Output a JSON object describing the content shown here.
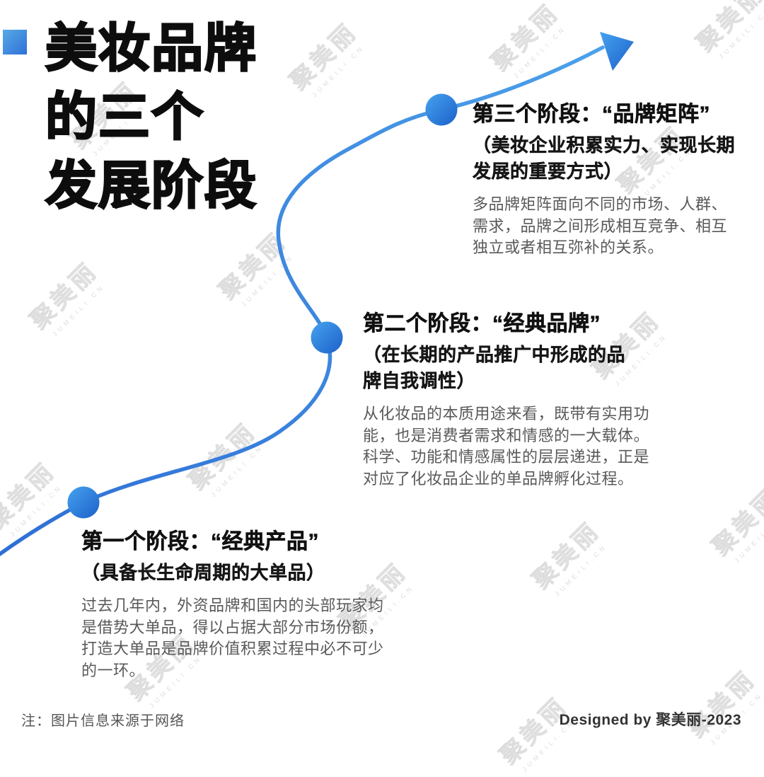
{
  "page": {
    "title_lines": [
      "美妆品牌",
      "的三个",
      "发展阶段"
    ],
    "watermark": {
      "cn": "聚美丽",
      "en": "JUMEILI.CN"
    }
  },
  "colors": {
    "line_gradient_start": "#2e6ed5",
    "line_gradient_end": "#4da2ea",
    "node_gradient_light": "#46a3ee",
    "node_gradient_dark": "#1c60ca",
    "brand_square_light": "#58aae6",
    "brand_square_dark": "#2e70d7",
    "title_black": "#0d0d0d",
    "body_gray": "#595959"
  },
  "stages": [
    {
      "title": "第一个阶段：“经典产品”",
      "subtitle_lines": [
        "（具备长生命周期的大单品）"
      ],
      "body_lines": [
        "过去几年内，外资品牌和国内的头部玩家均",
        "是借势大单品，得以占据大部分市场份额，",
        "打造大单品是品牌价值积累过程中必不可少",
        "的一环。"
      ]
    },
    {
      "title": "第二个阶段：“经典品牌”",
      "subtitle_lines": [
        "（在长期的产品推广中形成的品",
        "牌自我调性）"
      ],
      "body_lines": [
        "从化妆品的本质用途来看，既带有实用功",
        "能，也是消费者需求和情感的一大载体。",
        "科学、功能和情感属性的层层递进，正是",
        "对应了化妆品企业的单品牌孵化过程。"
      ]
    },
    {
      "title": "第三个阶段：“品牌矩阵”",
      "subtitle_lines": [
        "（美妆企业积累实力、实现长期",
        "发展的重要方式）"
      ],
      "body_lines": [
        "多品牌矩阵面向不同的市场、人群、",
        "需求，品牌之间形成相互竞争、相互",
        "独立或者相互弥补的关系。"
      ]
    }
  ],
  "footer": {
    "note": "注：图片信息来源于网络",
    "credit": "Designed by 聚美丽-2023"
  }
}
